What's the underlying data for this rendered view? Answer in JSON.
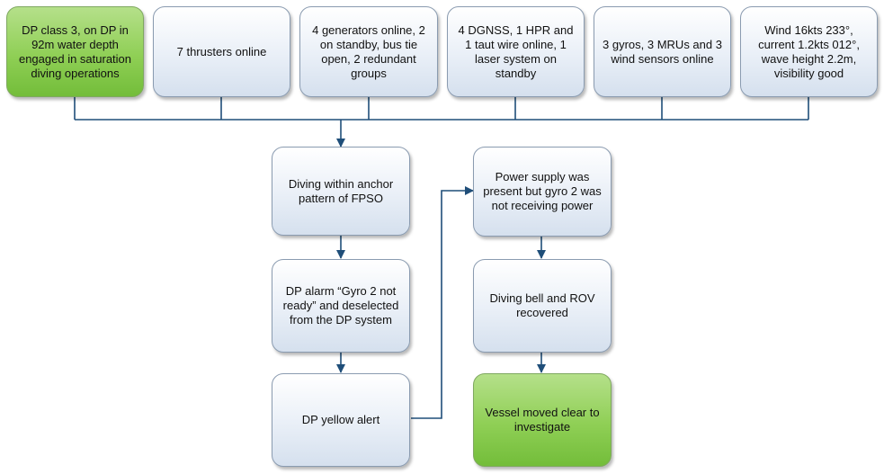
{
  "diagram": {
    "top_row": [
      {
        "id": "dp-class",
        "text": "DP class 3, on DP in 92m water depth engaged in saturation diving operations",
        "style": "green"
      },
      {
        "id": "thrusters",
        "text": "7 thrusters online",
        "style": "blue"
      },
      {
        "id": "generators",
        "text": "4 generators online, 2 on standby, bus tie open, 2 redundant groups",
        "style": "blue"
      },
      {
        "id": "dgnss",
        "text": "4 DGNSS, 1 HPR and 1 taut wire online, 1 laser system on standby",
        "style": "blue"
      },
      {
        "id": "gyros",
        "text": "3 gyros, 3 MRUs and 3 wind sensors online",
        "style": "blue"
      },
      {
        "id": "weather",
        "text": "Wind 16kts 233°, current 1.2kts 012°, wave height 2.2m, visibility good",
        "style": "blue"
      }
    ],
    "left_column": [
      {
        "id": "anchor",
        "text": "Diving within anchor pattern of FPSO",
        "style": "blue"
      },
      {
        "id": "alarm",
        "text": "DP alarm “Gyro 2 not ready” and deselected from the DP system",
        "style": "blue"
      },
      {
        "id": "yellow",
        "text": "DP yellow alert",
        "style": "blue"
      }
    ],
    "right_column": [
      {
        "id": "power",
        "text": "Power supply was present but gyro 2 was not receiving power",
        "style": "blue"
      },
      {
        "id": "bell",
        "text": "Diving bell and ROV recovered",
        "style": "blue"
      },
      {
        "id": "moved",
        "text": "Vessel moved clear to investigate",
        "style": "green"
      }
    ]
  }
}
